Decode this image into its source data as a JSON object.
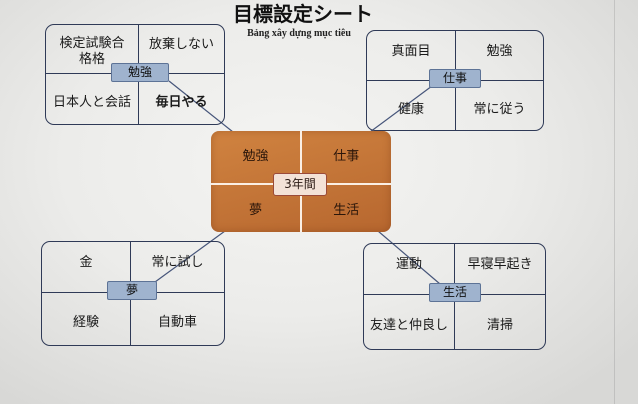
{
  "title": "目標設定シート",
  "subtitle": "Bảng xây dựng mục tiêu",
  "center": {
    "label": "3年間",
    "cells": [
      "勉強",
      "仕事",
      "夢",
      "生活"
    ]
  },
  "groups": [
    {
      "label": "勉強",
      "cells": [
        "検定試験合\n格格",
        "放棄しない",
        "日本人と会話",
        "毎日やる"
      ]
    },
    {
      "label": "仕事",
      "cells": [
        "真面目",
        "勉強",
        "健康",
        "常に従う"
      ]
    },
    {
      "label": "夢",
      "cells": [
        "金",
        "常に試し",
        "経験",
        "自動車"
      ]
    },
    {
      "label": "生活",
      "cells": [
        "運動",
        "早寝早起き",
        "友達と仲良し",
        "清掃"
      ]
    }
  ],
  "colors": {
    "outline": "#2f3a57",
    "group_label_fill": "#9fb3ce",
    "group_label_border": "#5d7396",
    "center_fill": "#d08340",
    "center_fill_dark": "#b7672f",
    "center_divider": "#fbefe4",
    "center_label_fill": "#f3e2d7",
    "center_label_border": "#9a4a39",
    "connector": "#46557a"
  }
}
